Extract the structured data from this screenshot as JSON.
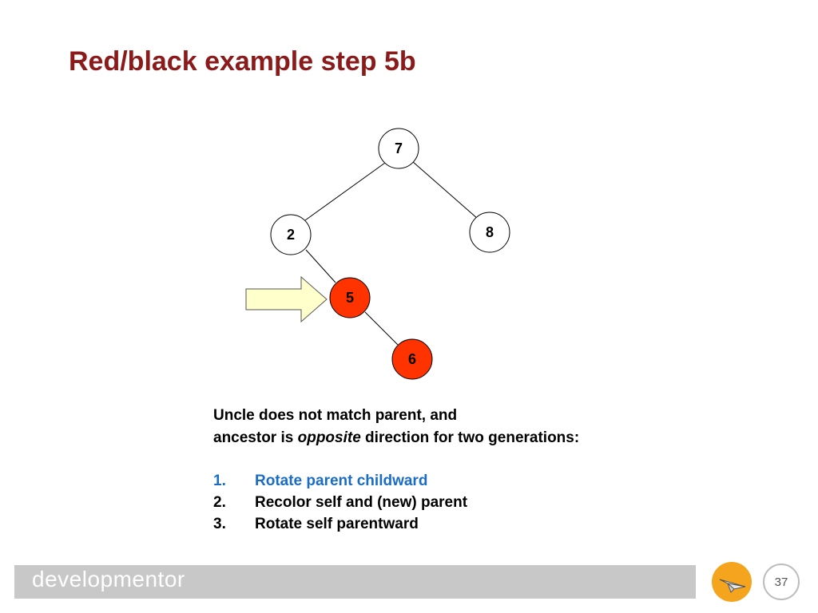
{
  "slide": {
    "title": "Red/black example step 5b"
  },
  "tree": {
    "nodes": {
      "n7": {
        "label": "7",
        "color": "black"
      },
      "n2": {
        "label": "2",
        "color": "black"
      },
      "n8": {
        "label": "8",
        "color": "black"
      },
      "n5": {
        "label": "5",
        "color": "red"
      },
      "n6": {
        "label": "6",
        "color": "red"
      }
    },
    "colors": {
      "red_node": "#ff3300",
      "black_node": "#ffffff",
      "arrow_fill": "#ffffcc"
    }
  },
  "description": {
    "line1": "Uncle does not match parent, and",
    "line2_before": "ancestor is ",
    "line2_emphasis": "opposite",
    "line2_after": " direction for two generations:",
    "steps": [
      {
        "num": "1.",
        "text": "Rotate parent childward",
        "active": true
      },
      {
        "num": "2.",
        "text": "Recolor self and (new) parent",
        "active": false
      },
      {
        "num": "3.",
        "text": "Rotate self parentward",
        "active": false
      }
    ],
    "active_color": "#1a6cc4"
  },
  "footer": {
    "brand": "developmentor",
    "page_number": "37",
    "logo_color": "#f5a41d",
    "logo_icon": "paper-plane-icon"
  }
}
